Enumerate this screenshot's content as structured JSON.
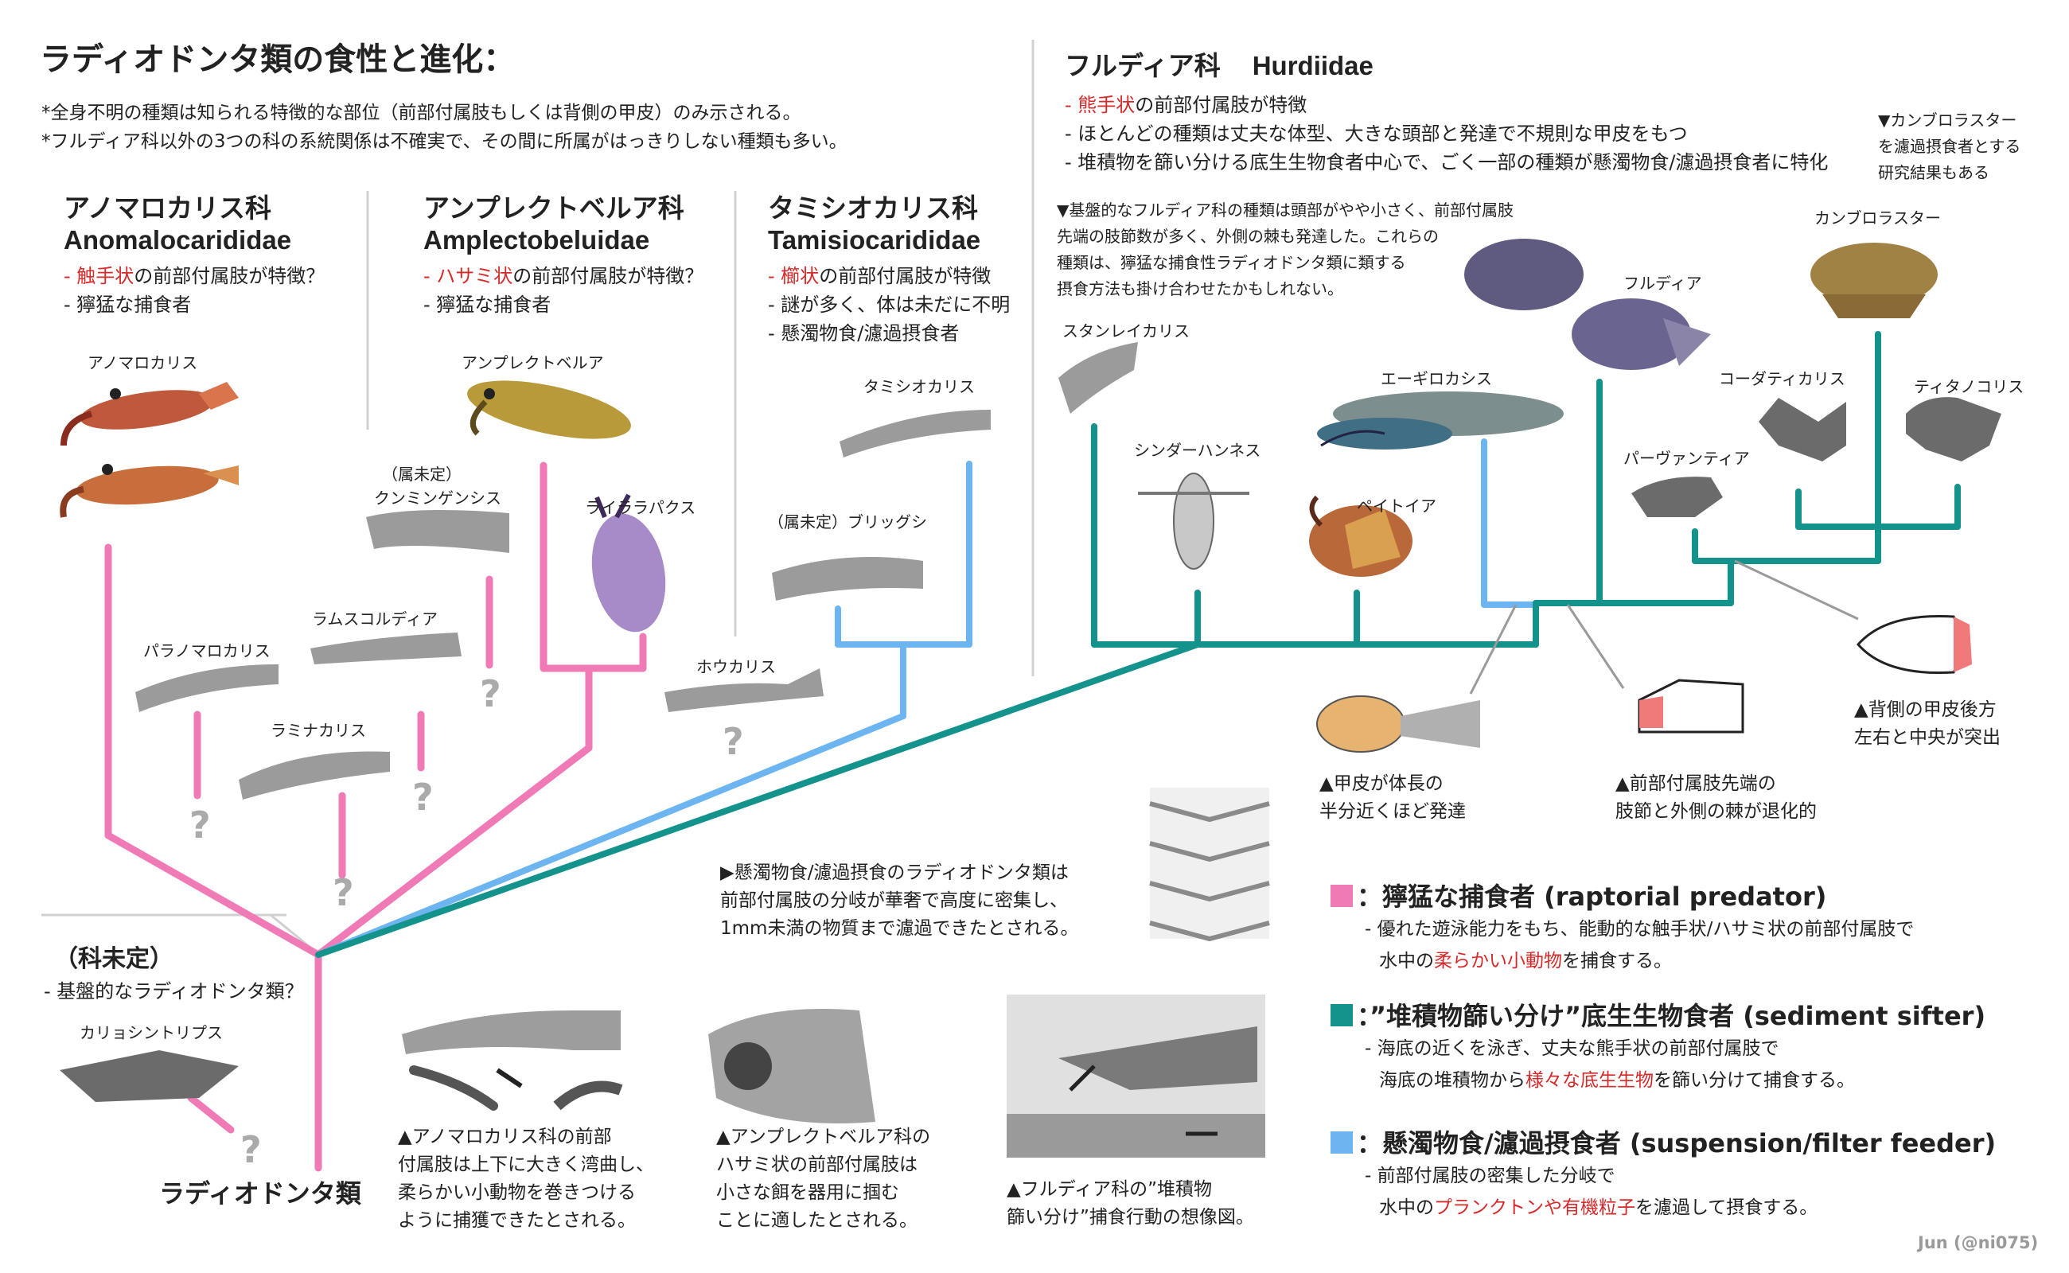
{
  "title": "ラディオドンタ類の食性と進化：",
  "notes": [
    "*全身不明の種類は知られる特徴的な部位（前部付属肢もしくは背側の甲皮）のみ示される。",
    "*フルディア科以外の3つの科の系統関係は不確実で、その間に所属がはっきりしない種類も多い。"
  ],
  "families": {
    "anomalocarididae": {
      "jp": "アノマロカリス科",
      "en": "Anomalocarididae",
      "feat1_red": "触手状",
      "feat1_rest": "の前部付属肢が特徴？",
      "feat2": "- 獰猛な捕食者"
    },
    "amplectobeluidae": {
      "jp": "アンプレクトベルア科",
      "en": "Amplectobeluidae",
      "feat1_red": "ハサミ状",
      "feat1_rest": "の前部付属肢が特徴？",
      "feat2": "- 獰猛な捕食者"
    },
    "tamisiocarididae": {
      "jp": "タミシオカリス科",
      "en": "Tamisiocarididae",
      "feat1_red": "櫛状",
      "feat1_rest": "の前部付属肢が特徴",
      "feat2": "- 謎が多く、体は未だに不明",
      "feat3": "- 懸濁物食/濾過摂食者"
    },
    "hurdiidae": {
      "jp": "フルディア科",
      "en": "Hurdiidae",
      "feat1_red": "熊手状",
      "feat1_rest": "の前部付属肢が特徴",
      "feat2": "- ほとんどの種類は丈夫な体型、大きな頭部と発達で不規則な甲皮をもつ",
      "feat3": "- 堆積物を篩い分ける底生生物食者中心で、ごく一部の種類が懸濁物食/濾過摂食者に特化"
    }
  },
  "hurdiid_note": [
    "▼基盤的なフルディア科の種類は頭部がやや小さく、前部付属肢",
    "先端の肢節数が多く、外側の棘も発達した。これらの",
    "種類は、獰猛な捕食性ラディオドンタ類に類する",
    "摂食方法も掛け合わせたかもしれない。"
  ],
  "cambroraster_note": [
    "▼カンブロラスター",
    "を濾過摂食者とする",
    "研究結果もある"
  ],
  "taxa": {
    "anomalocaris": "アノマロカリス",
    "paranomalocaris": "パラノマロカリス",
    "laminacaris": "ラミナカリス",
    "ramskoeldia": "ラムスコルディア",
    "kunmingensis_pre": "（属未定）",
    "kunmingensis": "クンミンゲンシス",
    "amplectobelua": "アンプレクトベルア",
    "lyrarapax": "ライララパクス",
    "tamisiocaris": "タミシオカリス",
    "briggsi": "（属未定）ブリッグシ",
    "houcaris": "ホウカリス",
    "stanleycaris": "スタンレイカリス",
    "schinderhannes": "シンダーハンネス",
    "peytoia": "ペイトイア",
    "aegirocassis": "エーギロカシス",
    "hurdia": "フルディア",
    "cambroraster": "カンブロラスター",
    "cordaticaris": "コーダティカリス",
    "titanokorys": "ティタノコリス",
    "pahvantia": "パーヴァンティア",
    "caryosyntrips": "カリョシントリプス"
  },
  "unassigned": {
    "title": "（科未定）",
    "desc": "- 基盤的なラディオドンタ類？"
  },
  "root_label": "ラディオドンタ類",
  "question_mark": "?",
  "trait_captions": {
    "carapace": [
      "▲甲皮が体長の",
      "半分近くほど発達"
    ],
    "appendage": [
      "▲前部付属肢先端の",
      "肢節と外側の棘が退化的"
    ],
    "dorsal": [
      "▲背側の甲皮後方",
      "左右と中央が突出"
    ]
  },
  "filter_note": [
    "▶懸濁物食/濾過摂食のラディオドンタ類は",
    "前部付属肢の分岐が華奢で高度に密集し、",
    "1mm未満の物質まで濾過できたとされる。"
  ],
  "bottom_captions": {
    "anomalocarid": [
      "▲アノマロカリス科の前部",
      "付属肢は上下に大きく湾曲し、",
      "柔らかい小動物を巻きつける",
      "ように捕獲できたとされる。"
    ],
    "amplectobeluid": [
      "▲アンプレクトベルア科の",
      "ハサミ状の前部付属肢は",
      "小さな餌を器用に掴む",
      "ことに適したとされる。"
    ],
    "hurdiid": [
      "▲フルディア科の”堆積物",
      "篩い分け”捕食行動の想像図。"
    ]
  },
  "legend": [
    {
      "color": "#f07ab5",
      "title": "：獰猛な捕食者 (raptorial predator)",
      "line1": "- 優れた遊泳能力をもち、能動的な触手状/ハサミ状の前部付属肢で",
      "line2_pre": "水中の",
      "line2_red": "柔らかい小動物",
      "line2_post": "を捕食する。"
    },
    {
      "color": "#14928c",
      "title": "：”堆積物篩い分け”底生生物食者 (sediment sifter)",
      "line1": "- 海底の近くを泳ぎ、丈夫な熊手状の前部付属肢で",
      "line2_pre": "海底の堆積物から",
      "line2_red": "様々な底生生物",
      "line2_post": "を篩い分けて捕食する。"
    },
    {
      "color": "#6db5f0",
      "title": "：懸濁物食/濾過摂食者 (suspension/filter feeder)",
      "line1": "- 前部付属肢の密集した分岐で",
      "line2_pre": "水中の",
      "line2_red": "プランクトンや有機粒子",
      "line2_post": "を濾過して摂食する。"
    }
  ],
  "credit": "Jun (@ni075)",
  "colors": {
    "pink": "#f07ab5",
    "teal": "#14928c",
    "blue": "#6db5f0",
    "red": "#d62a2a",
    "gray": "#9a9a9a"
  }
}
